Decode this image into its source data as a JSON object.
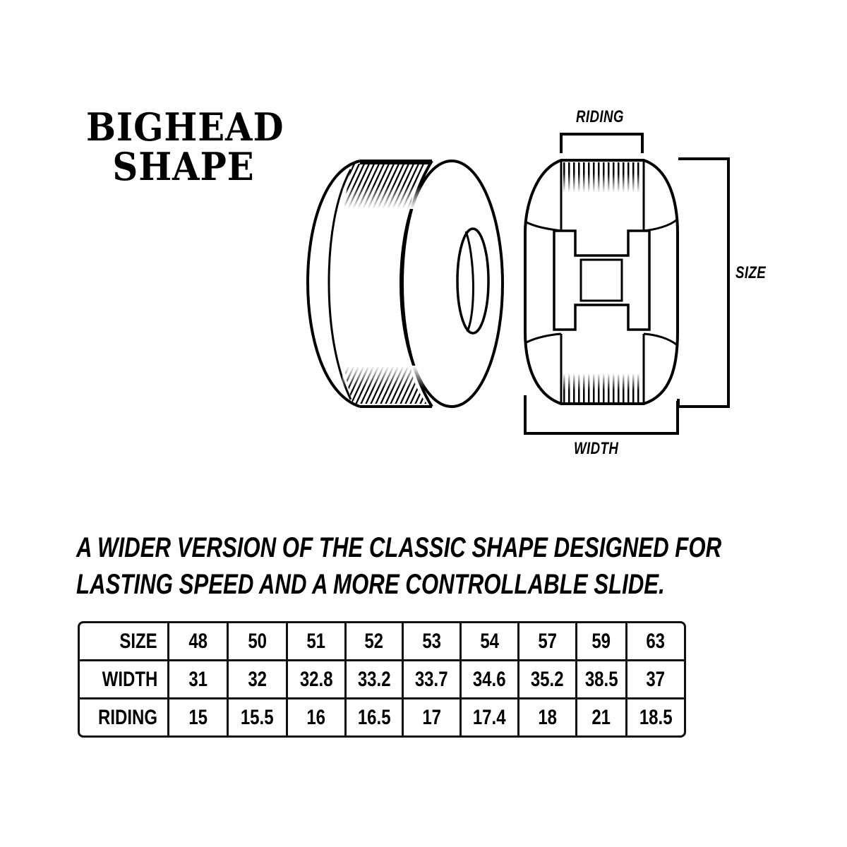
{
  "title": {
    "line1": "BIGHEAD",
    "line2": "SHAPE"
  },
  "diagram": {
    "labels": {
      "riding": "RIDING",
      "size": "SIZE",
      "width": "WIDTH"
    },
    "line_color": "#000000"
  },
  "description": {
    "line1": "A WIDER VERSION OF THE CLASSIC SHAPE DESIGNED FOR",
    "line2": "LASTING SPEED AND A MORE CONTROLLABLE SLIDE."
  },
  "spec_table": {
    "rows": [
      {
        "label": "SIZE",
        "values": [
          "48",
          "50",
          "51",
          "52",
          "53",
          "54",
          "57",
          "59",
          "63"
        ]
      },
      {
        "label": "WIDTH",
        "values": [
          "31",
          "32",
          "32.8",
          "33.2",
          "33.7",
          "34.6",
          "35.2",
          "38.5",
          "37"
        ]
      },
      {
        "label": "RIDING",
        "values": [
          "15",
          "15.5",
          "16",
          "16.5",
          "17",
          "17.4",
          "18",
          "21",
          "18.5"
        ]
      }
    ]
  }
}
